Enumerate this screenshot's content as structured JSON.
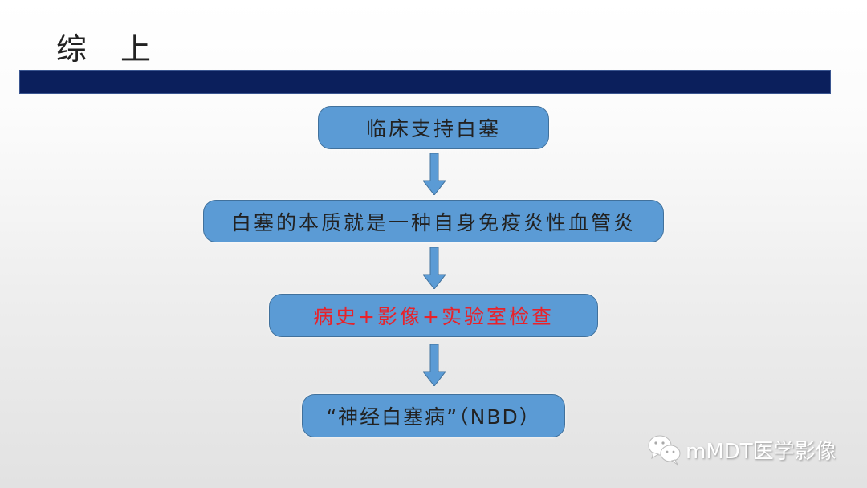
{
  "slide": {
    "title_chars": [
      "综",
      "上"
    ],
    "header_bar_color": "#0b1f5c"
  },
  "flowchart": {
    "box_color": "#5b9bd5",
    "steps": [
      {
        "label": "临床支持白塞",
        "text_color": "#222222"
      },
      {
        "label": "白塞的本质就是一种自身免疫炎性血管炎",
        "text_color": "#222222"
      },
      {
        "label": "病史+影像+实验室检查",
        "text_color": "#e8222a"
      },
      {
        "label": "“神经白塞病”（NBD）",
        "text_color": "#222222"
      }
    ],
    "arrows": [
      "down-arrow",
      "down-arrow",
      "down-arrow"
    ]
  },
  "watermark": {
    "icon": "wechat-icon",
    "text": "mMDT医学影像"
  }
}
